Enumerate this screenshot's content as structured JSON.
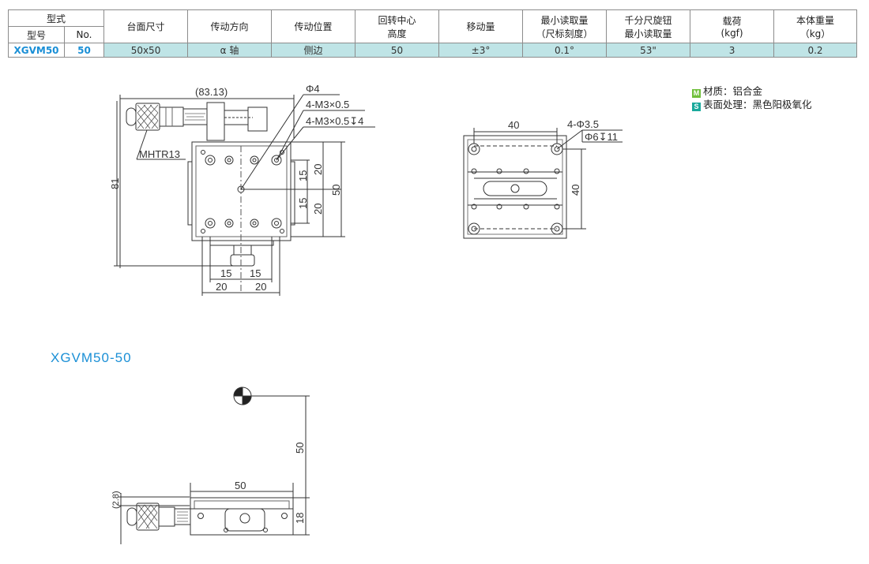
{
  "table": {
    "header_group": "型式",
    "header_model": "型号",
    "header_no": "No.",
    "columns": [
      {
        "line1": "台面尺寸",
        "line2": ""
      },
      {
        "line1": "传动方向",
        "line2": ""
      },
      {
        "line1": "传动位置",
        "line2": ""
      },
      {
        "line1": "回转中心",
        "line2": "高度"
      },
      {
        "line1": "移动量",
        "line2": ""
      },
      {
        "line1": "最小读取量",
        "line2": "（尺标刻度）"
      },
      {
        "line1": "千分尺旋钮",
        "line2": "最小读取量"
      },
      {
        "line1": "载荷",
        "line2": "(kgf)"
      },
      {
        "line1": "本体重量",
        "line2": "（kg）"
      }
    ],
    "row": {
      "model": "XGVM50",
      "no": "50",
      "values": [
        "50x50",
        "α 轴",
        "侧边",
        "50",
        "±3°",
        "0.1°",
        "53\"",
        "3",
        "0.2"
      ]
    }
  },
  "notes": {
    "material_badge": "M",
    "material": "材质：铝合金",
    "surface_badge": "S",
    "surface": "表面处理：黑色阳极氧化"
  },
  "drawing_top": {
    "dim_overall": "(83.13)",
    "phi4": "Φ4",
    "hole_spec1": "4-M3×0.5",
    "hole_spec2": "4-M3×0.5↧4",
    "micrometer": "MHTR13",
    "dim_81": "81",
    "dim_15a": "15",
    "dim_20a": "20",
    "dim_15b": "15",
    "dim_20b": "20",
    "dim_50": "50",
    "dim_b15a": "15",
    "dim_b15b": "15",
    "dim_b20a": "20",
    "dim_b20b": "20"
  },
  "drawing_bottom_view": {
    "dim_40h": "40",
    "hole_spec": "4-Φ3.5",
    "cbore_spec": "Φ6↧11",
    "dim_40v": "40"
  },
  "section_title": "XGVM50-50",
  "drawing_side": {
    "dim_50v": "50",
    "dim_50h": "50",
    "dim_28": "(2.8)",
    "dim_18": "18"
  }
}
